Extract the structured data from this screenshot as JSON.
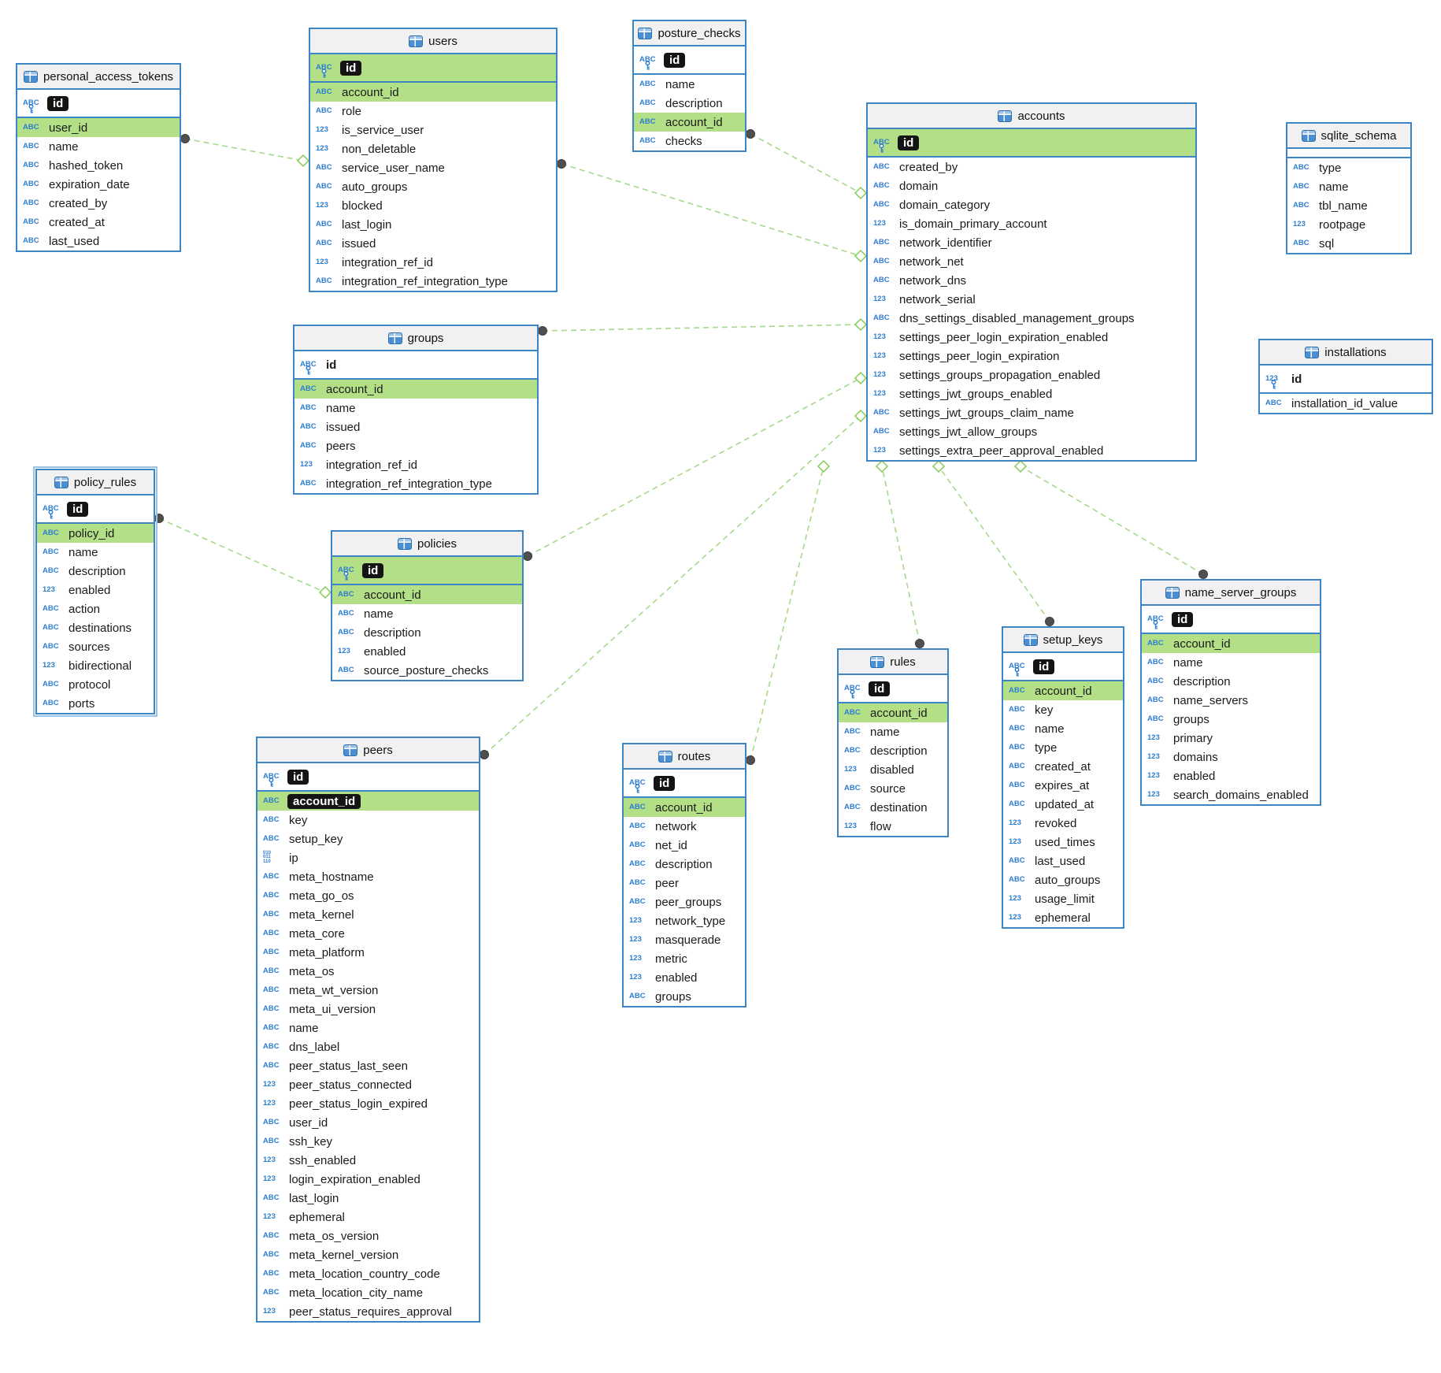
{
  "colors": {
    "table_border": "#3c86c6",
    "header_bg": "#f1f1f1",
    "fk_highlight": "#b3e086",
    "relation_line": "#a6d98c",
    "type_icon_blue": "#2d7dd2",
    "inverted_bg": "#141414",
    "inverted_text": "#ffffff",
    "endpoint_dot_fill": "#4f4f4f",
    "endpoint_diamond_stroke": "#85c95e"
  },
  "type_icons": {
    "abc": "ABC",
    "num": "123",
    "bin": [
      "010",
      "011",
      "110"
    ]
  },
  "tables": [
    {
      "name": "personal_access_tokens",
      "pk": [
        {
          "name": "id",
          "type": "abc",
          "inverted": true
        }
      ],
      "columns": [
        {
          "name": "user_id",
          "type": "abc",
          "highlight": true
        },
        {
          "name": "name",
          "type": "abc"
        },
        {
          "name": "hashed_token",
          "type": "abc"
        },
        {
          "name": "expiration_date",
          "type": "abc"
        },
        {
          "name": "created_by",
          "type": "abc"
        },
        {
          "name": "created_at",
          "type": "abc"
        },
        {
          "name": "last_used",
          "type": "abc"
        }
      ]
    },
    {
      "name": "users",
      "pk": [
        {
          "name": "id",
          "type": "abc",
          "inverted": true,
          "highlight": true
        }
      ],
      "columns": [
        {
          "name": "account_id",
          "type": "abc",
          "highlight": true
        },
        {
          "name": "role",
          "type": "abc"
        },
        {
          "name": "is_service_user",
          "type": "num"
        },
        {
          "name": "non_deletable",
          "type": "num"
        },
        {
          "name": "service_user_name",
          "type": "abc"
        },
        {
          "name": "auto_groups",
          "type": "abc"
        },
        {
          "name": "blocked",
          "type": "num"
        },
        {
          "name": "last_login",
          "type": "abc"
        },
        {
          "name": "issued",
          "type": "abc"
        },
        {
          "name": "integration_ref_id",
          "type": "num"
        },
        {
          "name": "integration_ref_integration_type",
          "type": "abc"
        }
      ]
    },
    {
      "name": "posture_checks",
      "pk": [
        {
          "name": "id",
          "type": "abc",
          "inverted": true
        }
      ],
      "columns": [
        {
          "name": "name",
          "type": "abc"
        },
        {
          "name": "description",
          "type": "abc"
        },
        {
          "name": "account_id",
          "type": "abc",
          "highlight": true
        },
        {
          "name": "checks",
          "type": "abc"
        }
      ]
    },
    {
      "name": "accounts",
      "pk": [
        {
          "name": "id",
          "type": "abc",
          "inverted": true,
          "highlight": true
        }
      ],
      "columns": [
        {
          "name": "created_by",
          "type": "abc"
        },
        {
          "name": "domain",
          "type": "abc"
        },
        {
          "name": "domain_category",
          "type": "abc"
        },
        {
          "name": "is_domain_primary_account",
          "type": "num"
        },
        {
          "name": "network_identifier",
          "type": "abc"
        },
        {
          "name": "network_net",
          "type": "abc"
        },
        {
          "name": "network_dns",
          "type": "abc"
        },
        {
          "name": "network_serial",
          "type": "num"
        },
        {
          "name": "dns_settings_disabled_management_groups",
          "type": "abc"
        },
        {
          "name": "settings_peer_login_expiration_enabled",
          "type": "num"
        },
        {
          "name": "settings_peer_login_expiration",
          "type": "num"
        },
        {
          "name": "settings_groups_propagation_enabled",
          "type": "num"
        },
        {
          "name": "settings_jwt_groups_enabled",
          "type": "num"
        },
        {
          "name": "settings_jwt_groups_claim_name",
          "type": "abc"
        },
        {
          "name": "settings_jwt_allow_groups",
          "type": "abc"
        },
        {
          "name": "settings_extra_peer_approval_enabled",
          "type": "num"
        }
      ]
    },
    {
      "name": "sqlite_schema",
      "pk": [],
      "columns": [
        {
          "name": "type",
          "type": "abc"
        },
        {
          "name": "name",
          "type": "abc"
        },
        {
          "name": "tbl_name",
          "type": "abc"
        },
        {
          "name": "rootpage",
          "type": "num"
        },
        {
          "name": "sql",
          "type": "abc"
        }
      ]
    },
    {
      "name": "installations",
      "pk": [
        {
          "name": "id",
          "type": "num"
        }
      ],
      "columns": [
        {
          "name": "installation_id_value",
          "type": "abc"
        }
      ]
    },
    {
      "name": "groups",
      "pk": [
        {
          "name": "id",
          "type": "abc"
        }
      ],
      "columns": [
        {
          "name": "account_id",
          "type": "abc",
          "highlight": true
        },
        {
          "name": "name",
          "type": "abc"
        },
        {
          "name": "issued",
          "type": "abc"
        },
        {
          "name": "peers",
          "type": "abc"
        },
        {
          "name": "integration_ref_id",
          "type": "num"
        },
        {
          "name": "integration_ref_integration_type",
          "type": "abc"
        }
      ]
    },
    {
      "name": "policy_rules",
      "selected": true,
      "pk": [
        {
          "name": "id",
          "type": "abc",
          "inverted": true
        }
      ],
      "columns": [
        {
          "name": "policy_id",
          "type": "abc",
          "highlight": true
        },
        {
          "name": "name",
          "type": "abc"
        },
        {
          "name": "description",
          "type": "abc"
        },
        {
          "name": "enabled",
          "type": "num"
        },
        {
          "name": "action",
          "type": "abc"
        },
        {
          "name": "destinations",
          "type": "abc"
        },
        {
          "name": "sources",
          "type": "abc"
        },
        {
          "name": "bidirectional",
          "type": "num"
        },
        {
          "name": "protocol",
          "type": "abc"
        },
        {
          "name": "ports",
          "type": "abc"
        }
      ]
    },
    {
      "name": "policies",
      "pk": [
        {
          "name": "id",
          "type": "abc",
          "inverted": true,
          "highlight": true
        }
      ],
      "columns": [
        {
          "name": "account_id",
          "type": "abc",
          "highlight": true
        },
        {
          "name": "name",
          "type": "abc"
        },
        {
          "name": "description",
          "type": "abc"
        },
        {
          "name": "enabled",
          "type": "num"
        },
        {
          "name": "source_posture_checks",
          "type": "abc"
        }
      ]
    },
    {
      "name": "peers",
      "pk": [
        {
          "name": "id",
          "type": "abc",
          "inverted": true
        }
      ],
      "columns": [
        {
          "name": "account_id",
          "type": "abc",
          "highlight": true,
          "inverted": true
        },
        {
          "name": "key",
          "type": "abc"
        },
        {
          "name": "setup_key",
          "type": "abc"
        },
        {
          "name": "ip",
          "type": "bin"
        },
        {
          "name": "meta_hostname",
          "type": "abc"
        },
        {
          "name": "meta_go_os",
          "type": "abc"
        },
        {
          "name": "meta_kernel",
          "type": "abc"
        },
        {
          "name": "meta_core",
          "type": "abc"
        },
        {
          "name": "meta_platform",
          "type": "abc"
        },
        {
          "name": "meta_os",
          "type": "abc"
        },
        {
          "name": "meta_wt_version",
          "type": "abc"
        },
        {
          "name": "meta_ui_version",
          "type": "abc"
        },
        {
          "name": "name",
          "type": "abc"
        },
        {
          "name": "dns_label",
          "type": "abc"
        },
        {
          "name": "peer_status_last_seen",
          "type": "abc"
        },
        {
          "name": "peer_status_connected",
          "type": "num"
        },
        {
          "name": "peer_status_login_expired",
          "type": "num"
        },
        {
          "name": "user_id",
          "type": "abc"
        },
        {
          "name": "ssh_key",
          "type": "abc"
        },
        {
          "name": "ssh_enabled",
          "type": "num"
        },
        {
          "name": "login_expiration_enabled",
          "type": "num"
        },
        {
          "name": "last_login",
          "type": "abc"
        },
        {
          "name": "ephemeral",
          "type": "num"
        },
        {
          "name": "meta_os_version",
          "type": "abc"
        },
        {
          "name": "meta_kernel_version",
          "type": "abc"
        },
        {
          "name": "meta_location_country_code",
          "type": "abc"
        },
        {
          "name": "meta_location_city_name",
          "type": "abc"
        },
        {
          "name": "peer_status_requires_approval",
          "type": "num"
        }
      ]
    },
    {
      "name": "routes",
      "pk": [
        {
          "name": "id",
          "type": "abc",
          "inverted": true
        }
      ],
      "columns": [
        {
          "name": "account_id",
          "type": "abc",
          "highlight": true
        },
        {
          "name": "network",
          "type": "abc"
        },
        {
          "name": "net_id",
          "type": "abc"
        },
        {
          "name": "description",
          "type": "abc"
        },
        {
          "name": "peer",
          "type": "abc"
        },
        {
          "name": "peer_groups",
          "type": "abc"
        },
        {
          "name": "network_type",
          "type": "num"
        },
        {
          "name": "masquerade",
          "type": "num"
        },
        {
          "name": "metric",
          "type": "num"
        },
        {
          "name": "enabled",
          "type": "num"
        },
        {
          "name": "groups",
          "type": "abc"
        }
      ]
    },
    {
      "name": "rules",
      "pk": [
        {
          "name": "id",
          "type": "abc",
          "inverted": true
        }
      ],
      "columns": [
        {
          "name": "account_id",
          "type": "abc",
          "highlight": true
        },
        {
          "name": "name",
          "type": "abc"
        },
        {
          "name": "description",
          "type": "abc"
        },
        {
          "name": "disabled",
          "type": "num"
        },
        {
          "name": "source",
          "type": "abc"
        },
        {
          "name": "destination",
          "type": "abc"
        },
        {
          "name": "flow",
          "type": "num"
        }
      ]
    },
    {
      "name": "setup_keys",
      "pk": [
        {
          "name": "id",
          "type": "abc",
          "inverted": true
        }
      ],
      "columns": [
        {
          "name": "account_id",
          "type": "abc",
          "highlight": true
        },
        {
          "name": "key",
          "type": "abc"
        },
        {
          "name": "name",
          "type": "abc"
        },
        {
          "name": "type",
          "type": "abc"
        },
        {
          "name": "created_at",
          "type": "abc"
        },
        {
          "name": "expires_at",
          "type": "abc"
        },
        {
          "name": "updated_at",
          "type": "abc"
        },
        {
          "name": "revoked",
          "type": "num"
        },
        {
          "name": "used_times",
          "type": "num"
        },
        {
          "name": "last_used",
          "type": "abc"
        },
        {
          "name": "auto_groups",
          "type": "abc"
        },
        {
          "name": "usage_limit",
          "type": "num"
        },
        {
          "name": "ephemeral",
          "type": "num"
        }
      ]
    },
    {
      "name": "name_server_groups",
      "pk": [
        {
          "name": "id",
          "type": "abc",
          "inverted": true
        }
      ],
      "columns": [
        {
          "name": "account_id",
          "type": "abc",
          "highlight": true
        },
        {
          "name": "name",
          "type": "abc"
        },
        {
          "name": "description",
          "type": "abc"
        },
        {
          "name": "name_servers",
          "type": "abc"
        },
        {
          "name": "groups",
          "type": "abc"
        },
        {
          "name": "primary",
          "type": "num"
        },
        {
          "name": "domains",
          "type": "num"
        },
        {
          "name": "enabled",
          "type": "num"
        },
        {
          "name": "search_domains_enabled",
          "type": "num"
        }
      ]
    }
  ],
  "relationships": [
    {
      "from_table": "personal_access_tokens",
      "from_column": "user_id",
      "to_table": "users",
      "to_column": "id"
    },
    {
      "from_table": "users",
      "from_column": "account_id",
      "to_table": "accounts",
      "to_column": "id"
    },
    {
      "from_table": "posture_checks",
      "from_column": "account_id",
      "to_table": "accounts",
      "to_column": "id"
    },
    {
      "from_table": "groups",
      "from_column": "account_id",
      "to_table": "accounts",
      "to_column": "id"
    },
    {
      "from_table": "policy_rules",
      "from_column": "policy_id",
      "to_table": "policies",
      "to_column": "id"
    },
    {
      "from_table": "policies",
      "from_column": "account_id",
      "to_table": "accounts",
      "to_column": "id"
    },
    {
      "from_table": "peers",
      "from_column": "account_id",
      "to_table": "accounts",
      "to_column": "id"
    },
    {
      "from_table": "routes",
      "from_column": "account_id",
      "to_table": "accounts",
      "to_column": "id"
    },
    {
      "from_table": "rules",
      "from_column": "account_id",
      "to_table": "accounts",
      "to_column": "id"
    },
    {
      "from_table": "setup_keys",
      "from_column": "account_id",
      "to_table": "accounts",
      "to_column": "id"
    },
    {
      "from_table": "name_server_groups",
      "from_column": "account_id",
      "to_table": "accounts",
      "to_column": "id"
    }
  ]
}
